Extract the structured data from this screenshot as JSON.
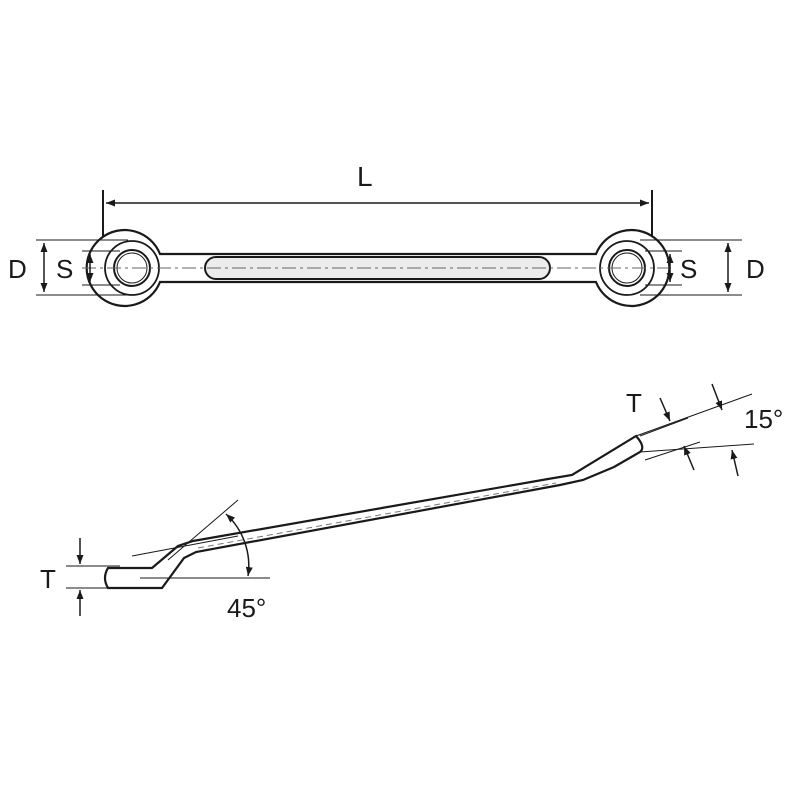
{
  "labels": {
    "length": "L",
    "outer_diameter": "D",
    "socket_size": "S",
    "thickness": "T",
    "angle_large": "45°",
    "angle_small": "15°"
  },
  "colors": {
    "ink": "#1a1a1a",
    "body_fill": "#ffffff",
    "slot_fill": "#e9e9e9",
    "centerline": "#666666"
  }
}
